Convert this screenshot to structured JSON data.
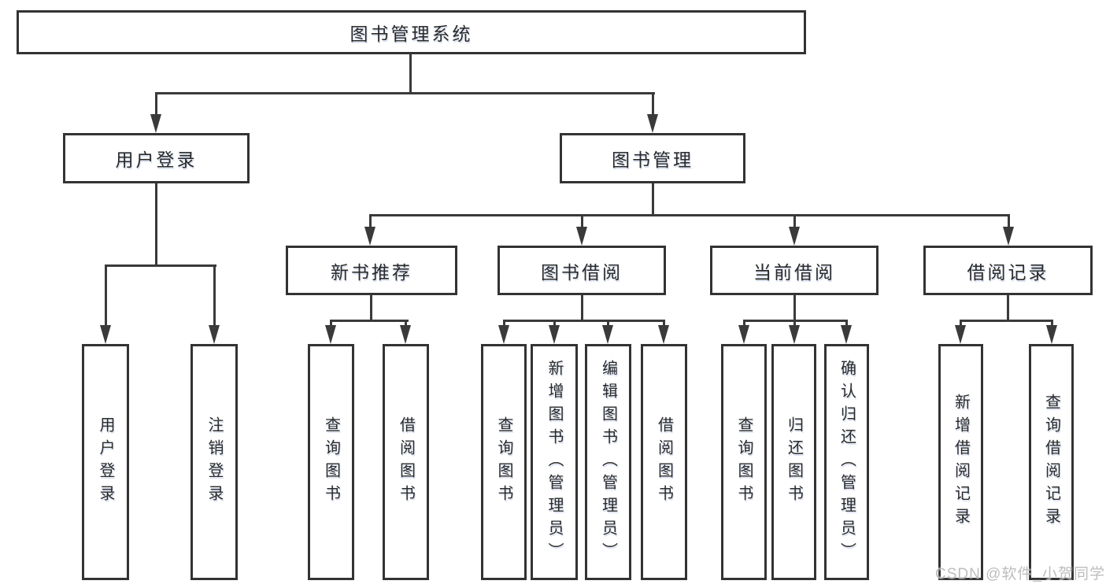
{
  "tree": {
    "root": "图书管理系统",
    "children": [
      {
        "label": "用户登录",
        "children": [
          "用户登录",
          "注销登录"
        ]
      },
      {
        "label": "图书管理",
        "children": [
          {
            "label": "新书推荐",
            "children": [
              "查询图书",
              "借阅图书"
            ]
          },
          {
            "label": "图书借阅",
            "children": [
              "查询图书",
              "新增图书（管理员）",
              "编辑图书（管理员）",
              "借阅图书"
            ]
          },
          {
            "label": "当前借阅",
            "children": [
              "查询图书",
              "归还图书",
              "确认归还（管理员）"
            ]
          },
          {
            "label": "借阅记录",
            "children": [
              "新增借阅记录",
              "查询借阅记录"
            ]
          }
        ]
      }
    ]
  },
  "watermark": "CSDN @软件_小贺同学",
  "colors": {
    "line": "#3a3a3a",
    "box_border": "#333333",
    "text": "#2a2a2a",
    "watermark": "#b2b2b2",
    "background": "#ffffff"
  }
}
